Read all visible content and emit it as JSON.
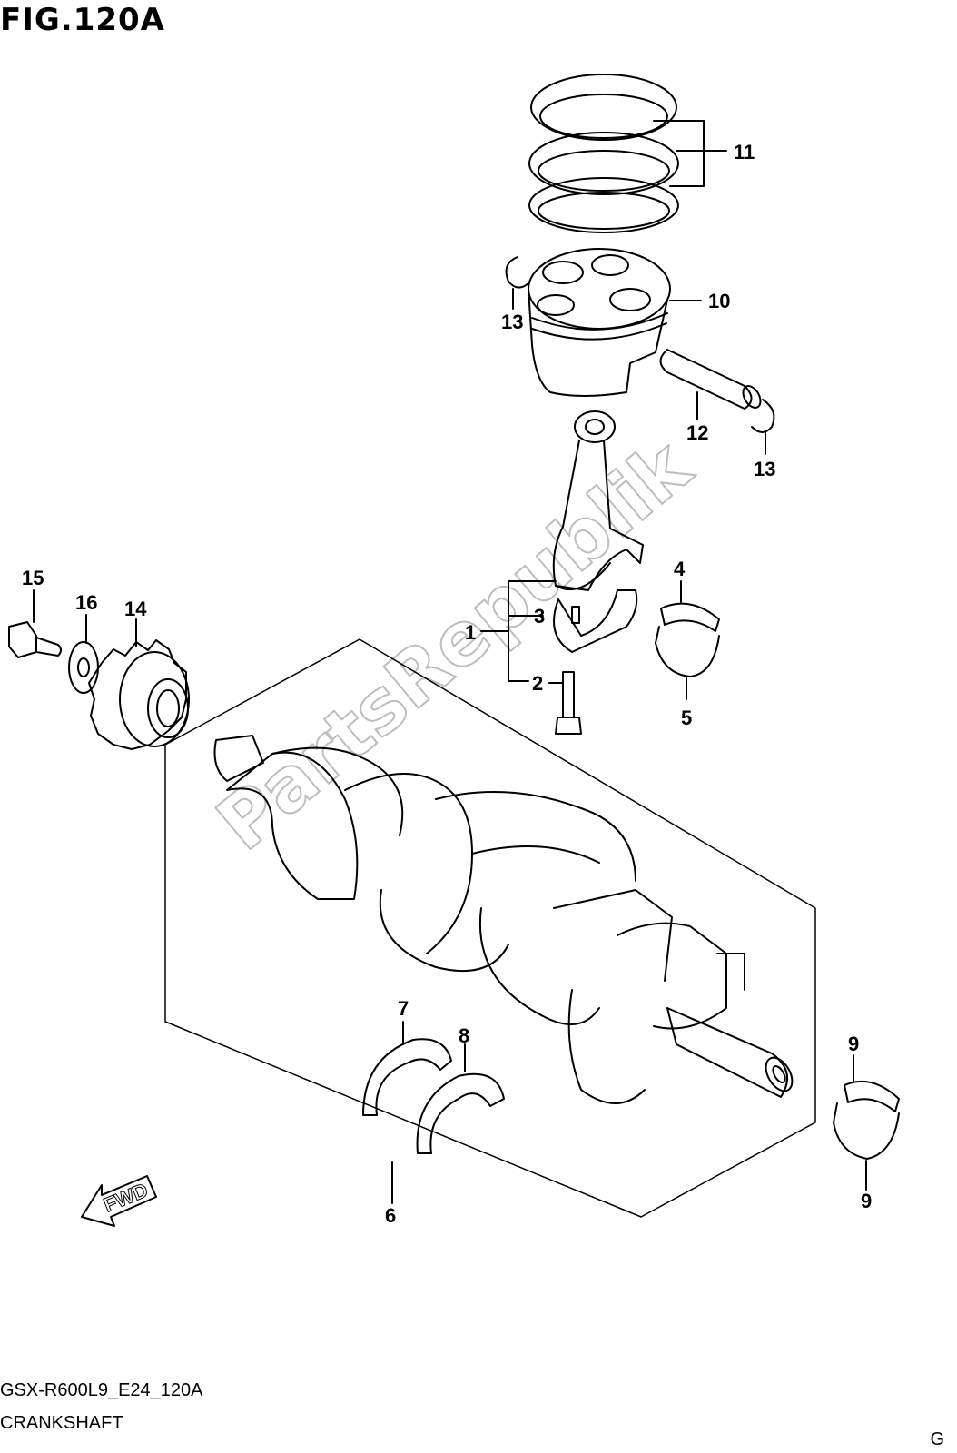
{
  "figure": {
    "title": "FIG.120A",
    "model_code": "GSX-R600L9_E24_120A",
    "name": "CRANKSHAFT",
    "corner_mark": "G"
  },
  "watermark": "PartsRepublik",
  "fwd_label": "FWD",
  "callouts": {
    "c1": "1",
    "c2": "2",
    "c3": "3",
    "c4": "4",
    "c5": "5",
    "c6": "6",
    "c7": "7",
    "c8": "8",
    "c9a": "9",
    "c9b": "9",
    "c10": "10",
    "c11": "11",
    "c12": "12",
    "c13a": "13",
    "c13b": "13",
    "c14": "14",
    "c15": "15",
    "c16": "16"
  },
  "colors": {
    "line": "#000000",
    "watermark": "#bdbdbd",
    "paper": "#ffffff"
  }
}
